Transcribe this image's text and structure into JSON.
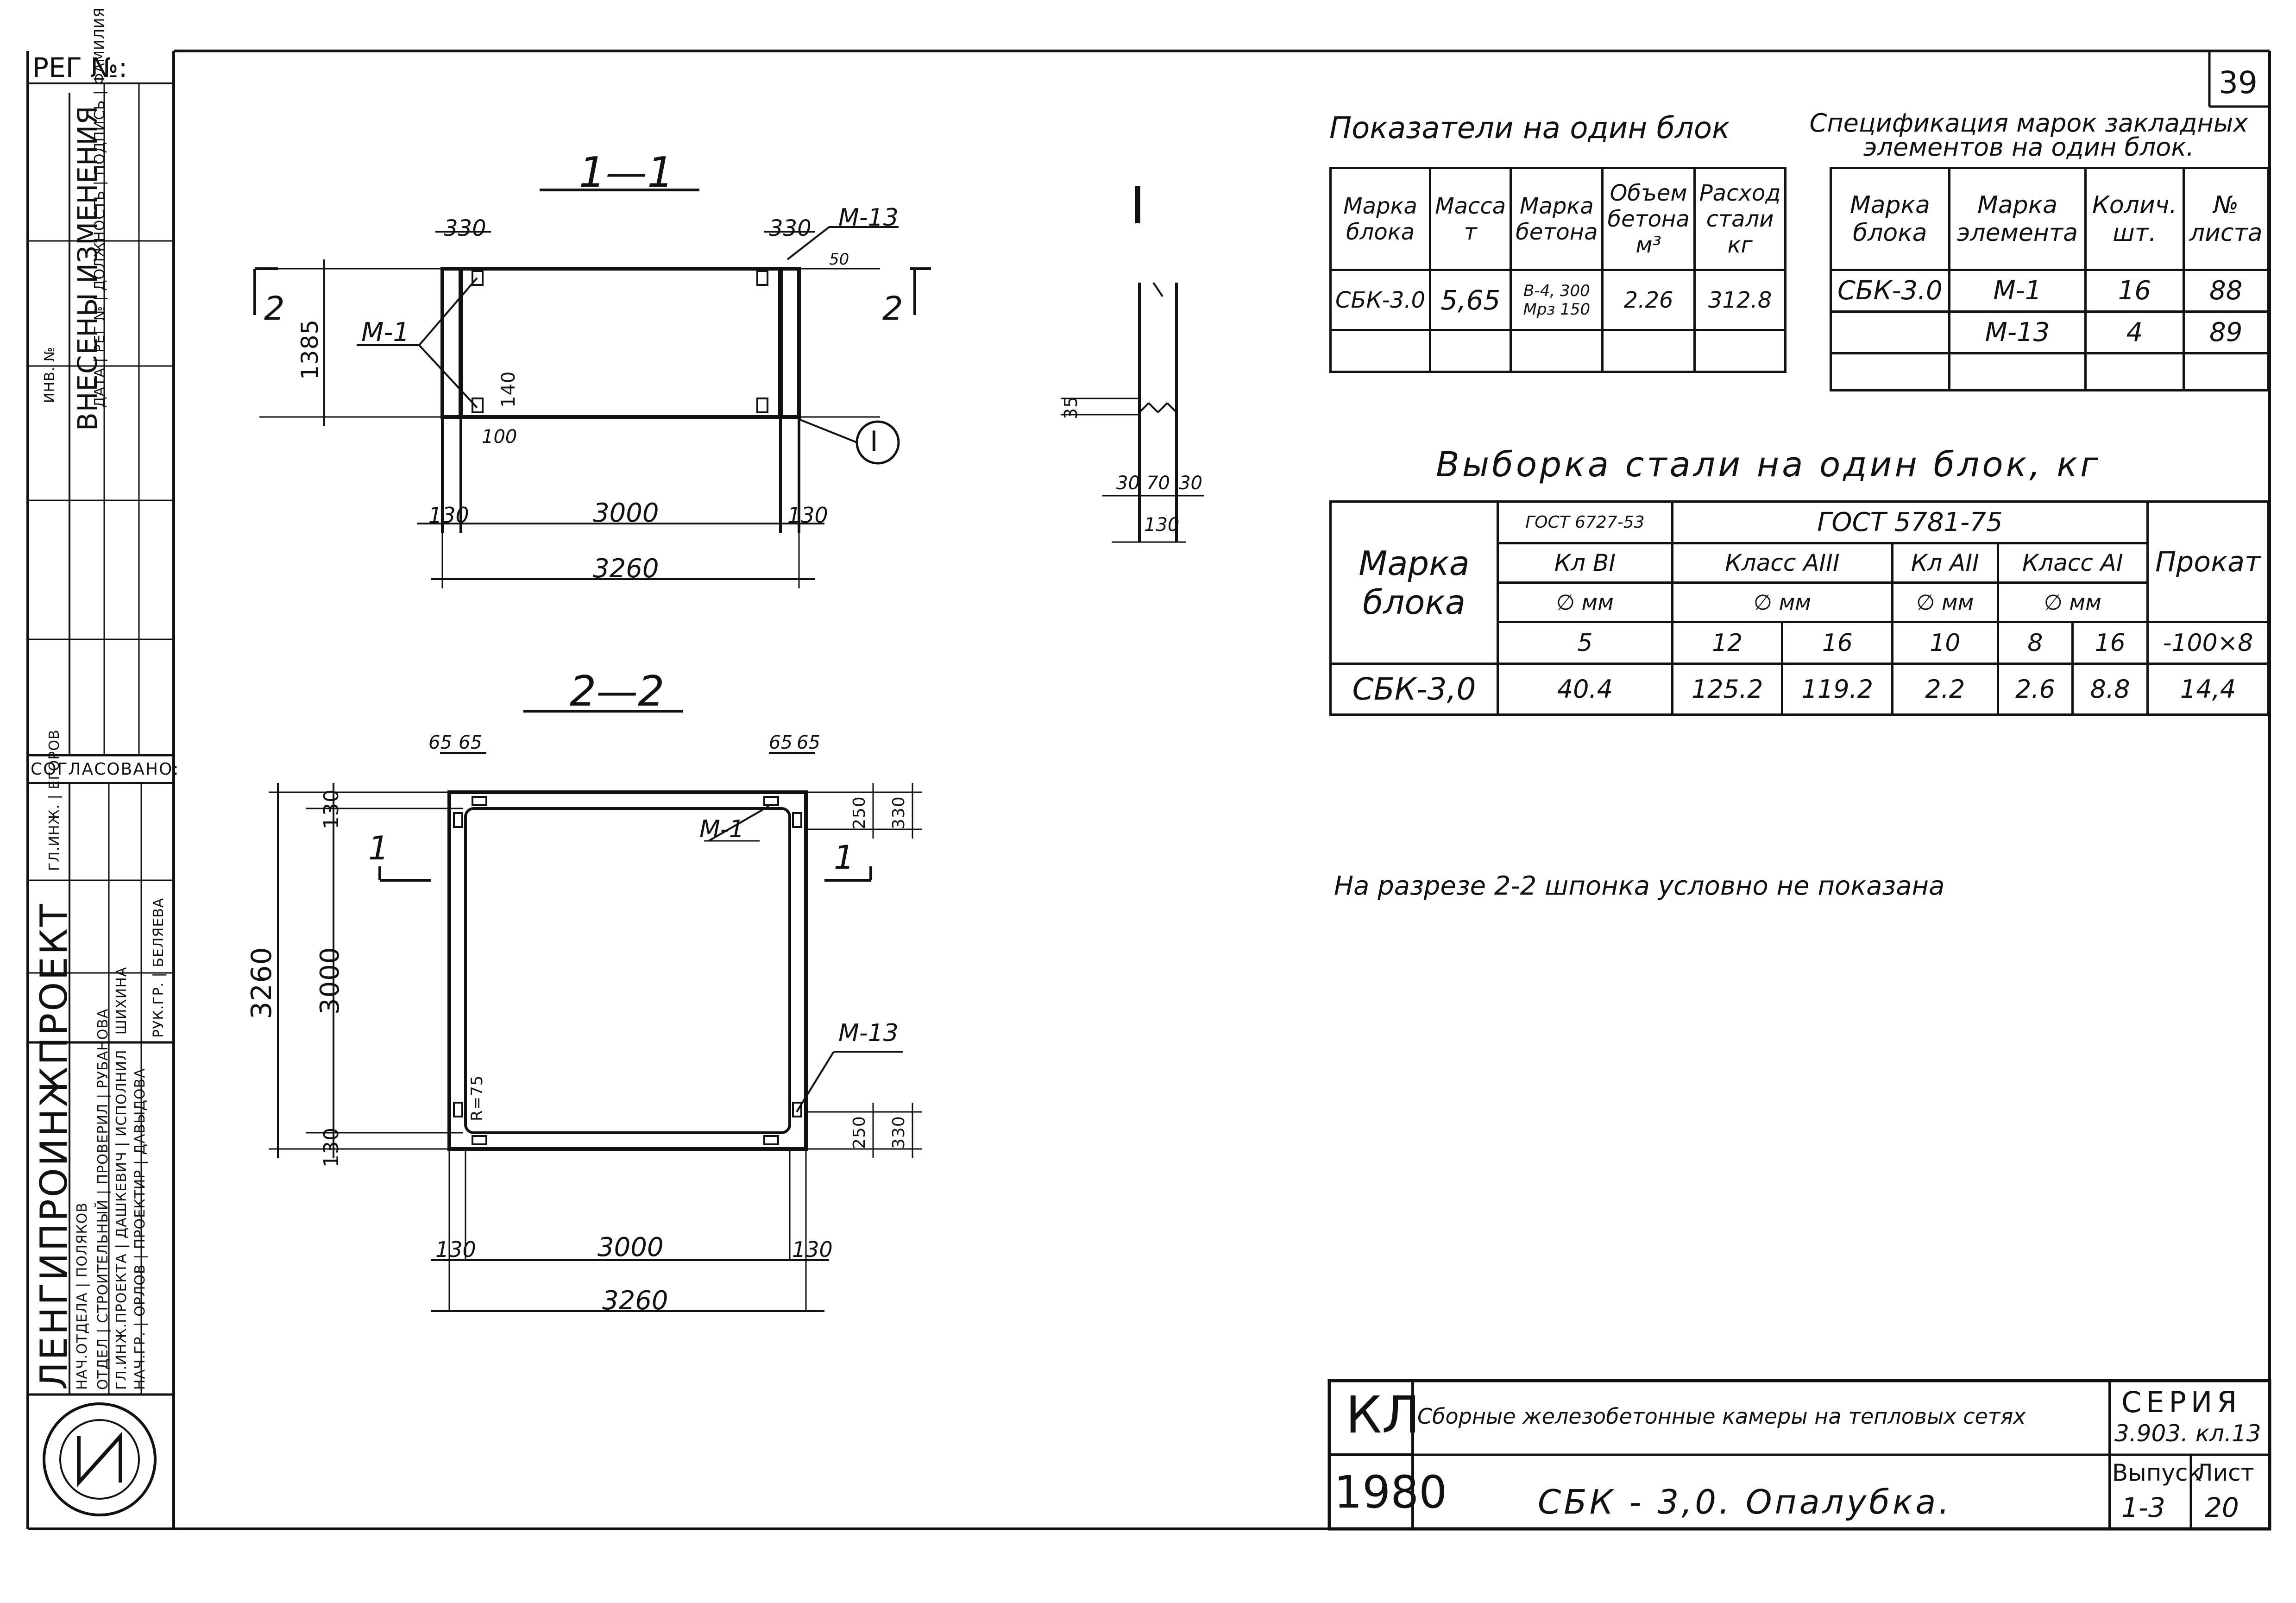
{
  "sheet": {
    "page_number": "39",
    "reg_label": "РЕГ №:",
    "soglasovano": "СОГЛАСОВАНО:",
    "changes_title": "ВНЕСЕНЫ ИЗМЕНЕНИЯ",
    "changes_sub": "ДАТА | РЕГ № | ДОЛЖНОСТЬ | ПОДПИСЬ | ФАМИЛИЯ",
    "inventory": "ИНВ. №",
    "org": "ЛЕНГИПРОИНЖПРОЕКТ",
    "stamp_rows": [
      "НАЧ.ОТДЕЛА | ПОЛЯКОВ",
      "ОТДЕЛ | СТРОИТЕЛЬНЫЙ | ПРОВЕРИЛ | РУБАНОВА",
      "ГЛ.ИНЖ.ПРОЕКТА | ДАШКЕВИЧ | ИСПОЛНИЛ | ШИХИНА",
      "НАЧ.ГР. | ОРЛОВ | ПРОЕКТИР | ДАВЫДОВА",
      "РУК.ГР. | БЕЛЯЕВА",
      "ГЛ.ИНЖ. | ЕГОРОВ"
    ]
  },
  "drawing": {
    "section_11": {
      "title": "1—1",
      "dims": [
        "330",
        "330",
        "М-13",
        "50",
        "1385",
        "М-1",
        "140",
        "100",
        "130",
        "3000",
        "130",
        "3260"
      ],
      "cut_label": "2",
      "callout": "I"
    },
    "section_22": {
      "title": "2—2",
      "dims": [
        "65",
        "65",
        "65",
        "65",
        "130",
        "3260",
        "3000",
        "130",
        "М-1",
        "250",
        "330",
        "М-13",
        "250",
        "330",
        "R=75",
        "130",
        "3000",
        "130",
        "3260"
      ],
      "cut_label": "1"
    },
    "detail_I": {
      "title": "I",
      "dims": [
        "35",
        "30",
        "70",
        "30",
        "130"
      ]
    }
  },
  "indicators": {
    "title": "Показатели на один блок",
    "headers": [
      "Марка блока",
      "Масса т",
      "Марка бетона",
      "Объем бетона м³",
      "Расход стали кг"
    ],
    "rows": [
      [
        "СБК-3.0",
        "5,65",
        "В-4, 300 Мрз 150",
        "2.26",
        "312.8"
      ],
      [
        "",
        "",
        "",
        "",
        ""
      ]
    ]
  },
  "spec": {
    "title": "Спецификация марок закладных элементов на один блок.",
    "headers": [
      "Марка блока",
      "Марка элемента",
      "Колич. шт.",
      "№ листа"
    ],
    "rows": [
      [
        "СБК-3.0",
        "М-1",
        "16",
        "88"
      ],
      [
        "",
        "М-13",
        "4",
        "89"
      ],
      [
        "",
        "",
        "",
        ""
      ]
    ]
  },
  "steel": {
    "title": "Выборка стали на один блок, кг",
    "col_block": "Марка блока",
    "gost1": "ГОСТ 6727-53",
    "gost2": "ГОСТ 5781-75",
    "col_rolled": "Прокат",
    "classes": [
      "Кл BI",
      "Класс AIII",
      "Кл AII",
      "Класс AI"
    ],
    "dia_label": "∅ мм",
    "diameters": [
      "5",
      "12",
      "16",
      "10",
      "8",
      "16",
      "-100×8"
    ],
    "row": [
      "СБК-3,0",
      "40.4",
      "125.2",
      "119.2",
      "2.2",
      "2.6",
      "8.8",
      "14,4"
    ]
  },
  "note": "На разрезе 2-2 шпонка условно не показана",
  "title_block": {
    "code": "КЛ",
    "year": "1980",
    "description": "Сборные железобетонные камеры на тепловых сетях",
    "series_label": "СЕРИЯ",
    "series_value": "3.903. кл.13",
    "issue_label": "Выпуск",
    "issue_value": "1-3",
    "sheet_label": "Лист",
    "sheet_value": "20",
    "drawing_title": "СБК - 3,0. Опалубка."
  }
}
